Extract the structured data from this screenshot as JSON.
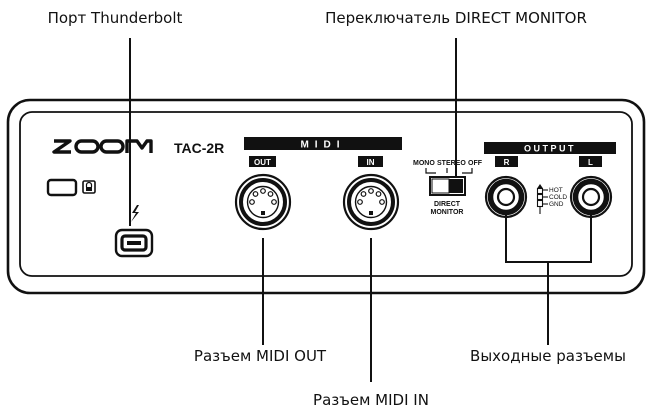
{
  "callouts": {
    "thunderbolt_port": "Порт Thunderbolt",
    "direct_monitor_switch": "Переключатель DIRECT MONITOR",
    "midi_out_jack": "Разъем MIDI OUT",
    "midi_in_jack": "Разъем MIDI IN",
    "output_jacks": "Выходные разъемы"
  },
  "panel": {
    "brand": "ZOOM",
    "model": "TAC-2R",
    "midi_header": "MIDI",
    "midi_out_label": "OUT",
    "midi_in_label": "IN",
    "switch_pos_mono": "MONO",
    "switch_pos_stereo": "STEREO",
    "switch_pos_off": "OFF",
    "direct_label_1": "DIRECT",
    "direct_label_2": "MONITOR",
    "output_header": "OUTPUT",
    "output_r": "R",
    "output_l": "L",
    "trs_hot": "HOT",
    "trs_cold": "COLD",
    "trs_gnd": "GND"
  }
}
